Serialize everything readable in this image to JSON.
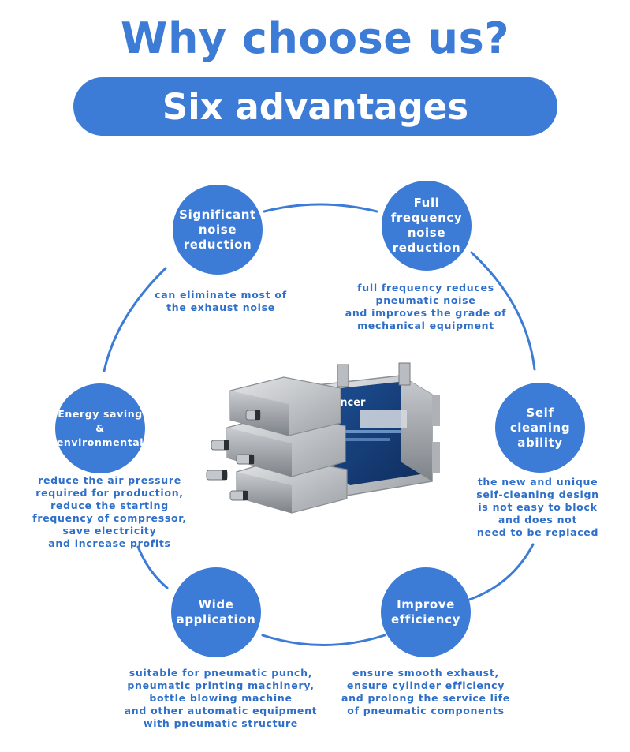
{
  "title": "Why choose us?",
  "subtitle": "Six advantages",
  "product_label": "lencer",
  "advantages": [
    {
      "name": "Significant\nnoise\nreduction",
      "description": "can eliminate most of\nthe exhaust noise"
    },
    {
      "name": "Full\nfrequency\nnoise\nreduction",
      "description": "full frequency reduces\npneumatic noise\nand improves the grade of\nmechanical equipment"
    },
    {
      "name": "Energy saving &\nenvironmental",
      "description": "reduce the air pressure\nrequired for production,\nreduce the starting\nfrequency of compressor,\nsave electricity\nand increase profits"
    },
    {
      "name": "Self\ncleaning\nability",
      "description": "the new and unique\nself-cleaning design\nis not easy to block\nand does not\nneed to be replaced"
    },
    {
      "name": "Wide\napplication",
      "description": "suitable for pneumatic punch,\npneumatic printing machinery,\nbottle blowing machine\nand other automatic equipment\nwith pneumatic structure"
    },
    {
      "name": "Improve\nefficiency",
      "description": "ensure smooth exhaust,\nensure cylinder efficiency\nand prolong the service life\nof pneumatic components"
    }
  ],
  "colors": {
    "accent": "#3c7bd6",
    "text": "#2e6fc9",
    "background": "#ffffff"
  }
}
